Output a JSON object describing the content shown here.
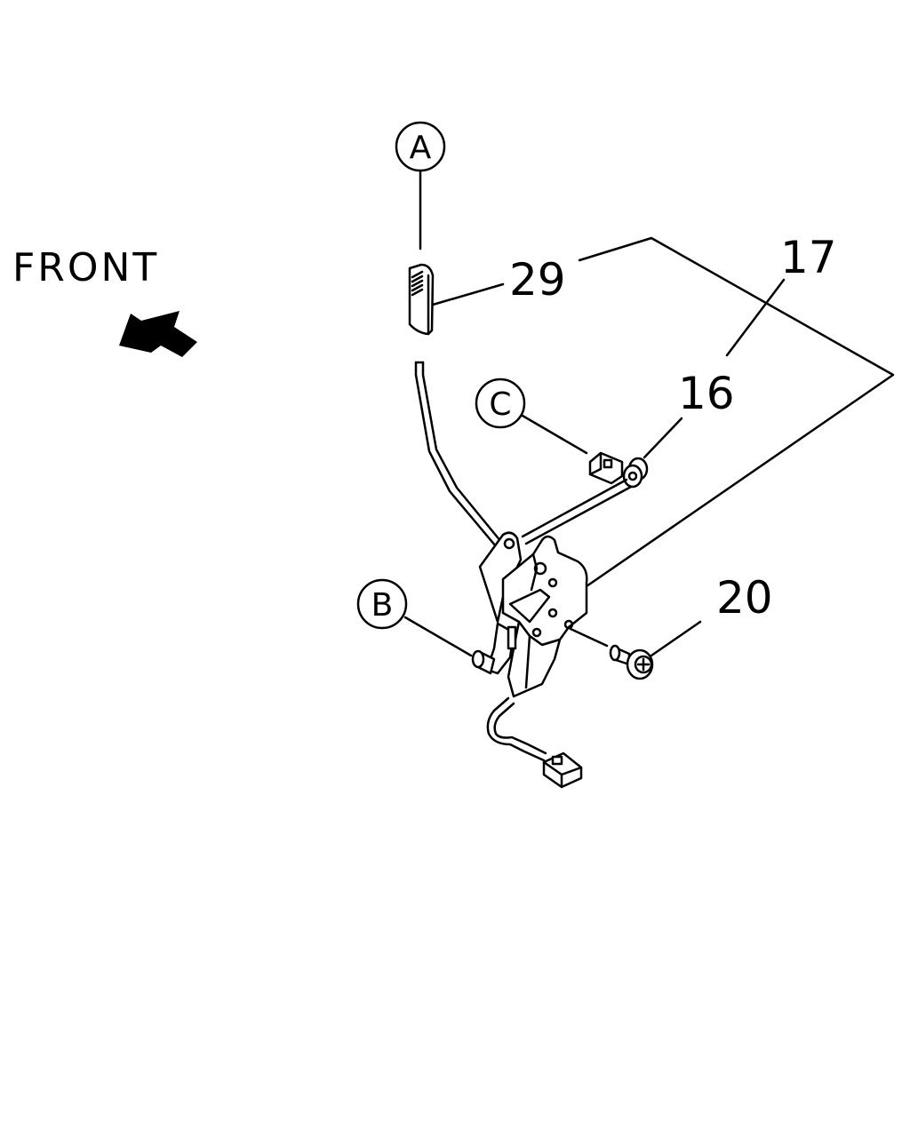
{
  "front_label": "FRONT",
  "callouts": {
    "a": "A",
    "b": "B",
    "c": "C"
  },
  "part_numbers": {
    "p29": "29",
    "p17": "17",
    "p16": "16",
    "p20": "20"
  },
  "icons": {
    "direction": "arrow-icon"
  }
}
